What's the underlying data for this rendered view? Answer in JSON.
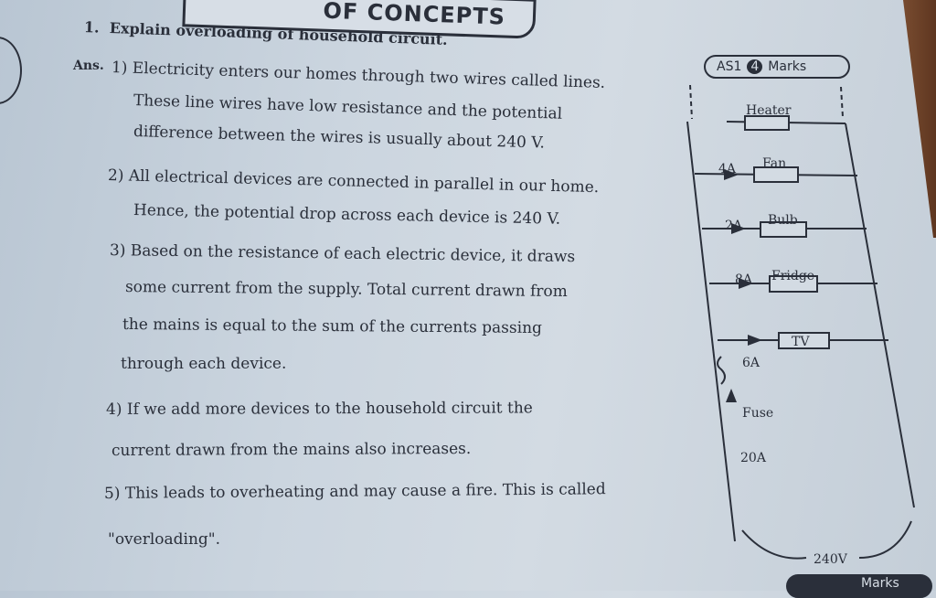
{
  "header": {
    "banner": "OF CONCEPTS"
  },
  "question": {
    "number": "1.",
    "text": "Explain overloading of household circuit."
  },
  "answer": {
    "label": "Ans.",
    "lines": [
      "1) Electricity enters our homes through two wires called lines.",
      "These line wires have low resistance and the potential",
      "difference between the wires is usually about 240 V.",
      "2) All electrical devices are connected in parallel in our home.",
      "Hence, the potential drop across each device is 240 V.",
      "3) Based on the resistance of each electric device, it draws",
      "some current from the supply. Total current drawn from",
      "the mains is equal to the sum of the currents passing",
      "through each device.",
      "4) If we add more devices to the household circuit the",
      "current drawn from the mains also increases.",
      "5) This leads to overheating and may cause a fire. This is called",
      "\"overloading\"."
    ]
  },
  "badge": {
    "code": "AS1",
    "marks": "4",
    "marks_label": "Marks"
  },
  "badge_bottom": {
    "marks_label": "Marks"
  },
  "diagram": {
    "devices": [
      {
        "name": "Heater",
        "current": ""
      },
      {
        "name": "Fan",
        "current": "4A"
      },
      {
        "name": "Bulb",
        "current": "2A"
      },
      {
        "name": "Fridge",
        "current": "8A"
      },
      {
        "name": "TV",
        "current": "6A"
      }
    ],
    "fuse_label": "Fuse",
    "total_current": "20A",
    "voltage": "240V"
  }
}
